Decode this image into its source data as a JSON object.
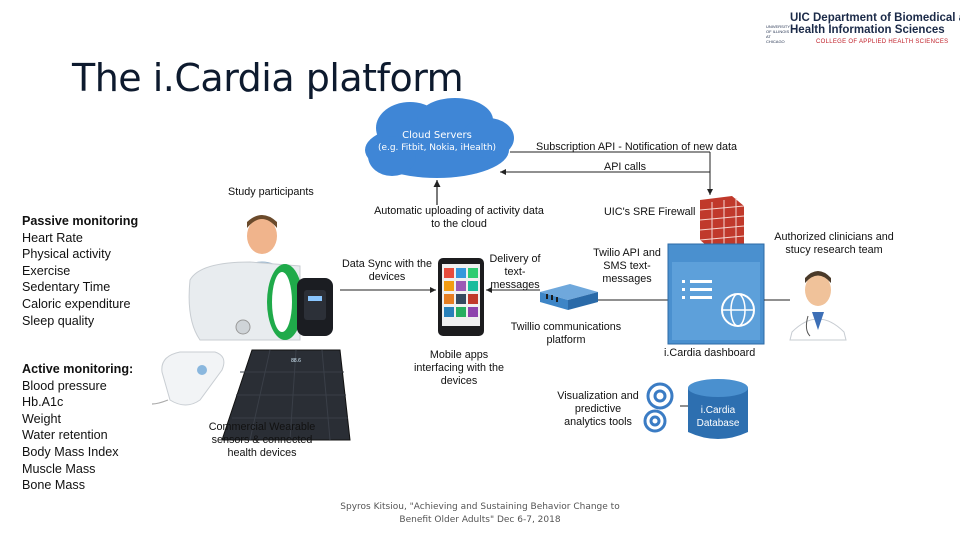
{
  "header": {
    "title": "The i.Cardia platform",
    "logo_line1": "UIC Department of Biomedical and",
    "logo_line2": "Health Information Sciences",
    "logo_sub": "COLLEGE OF APPLIED HEALTH SCIENCES",
    "logo_left": "UNIVERSITY OF ILLINOIS AT CHICAGO"
  },
  "passive": {
    "heading": "Passive monitoring",
    "items": [
      "Heart Rate",
      "Physical activity",
      "Exercise",
      "Sedentary Time",
      "Caloric expenditure",
      "Sleep quality"
    ]
  },
  "active": {
    "heading": "Active monitoring:",
    "items": [
      "Blood pressure",
      "Hb.A1c",
      "Weight",
      "Water retention",
      "Body Mass Index",
      "Muscle Mass",
      "Bone Mass"
    ]
  },
  "diagram": {
    "cloud_line1": "Cloud Servers",
    "cloud_line2": "(e.g. Fitbit, Nokia, iHealth)",
    "subscription_api": "Subscription API - Notification of new data",
    "api_calls": "API calls",
    "study_participants": "Study participants",
    "auto_upload": "Automatic uploading of activity data to the cloud",
    "firewall": "UIC's SRE Firewall",
    "clinicians": "Authorized clinicians and stucy research team",
    "data_sync": "Data Sync with the devices",
    "delivery": "Delivery of text-messages",
    "twilio_api": "Twilio API and SMS text-messages",
    "twilio_platform": "Twillio communications platform",
    "dashboard": "i.Cardia dashboard",
    "mobile_apps": "Mobile apps interfacing with the devices",
    "commercial": "Commercial Wearable sensors & connected health devices",
    "visualization": "Visualization and predictive analytics tools",
    "database": "i.Cardia Database",
    "scale_display": "88.6"
  },
  "footer": {
    "line1": "Spyros Kitsiou, \"Achieving and Sustaining Behavior Change to",
    "line2": "Benefit Older Adults\" Dec 6-7, 2018"
  },
  "colors": {
    "cloud": "#3f86d6",
    "dashboard": "#4a90cf",
    "firewall": "#c0392b",
    "database": "#2d6fb0"
  }
}
